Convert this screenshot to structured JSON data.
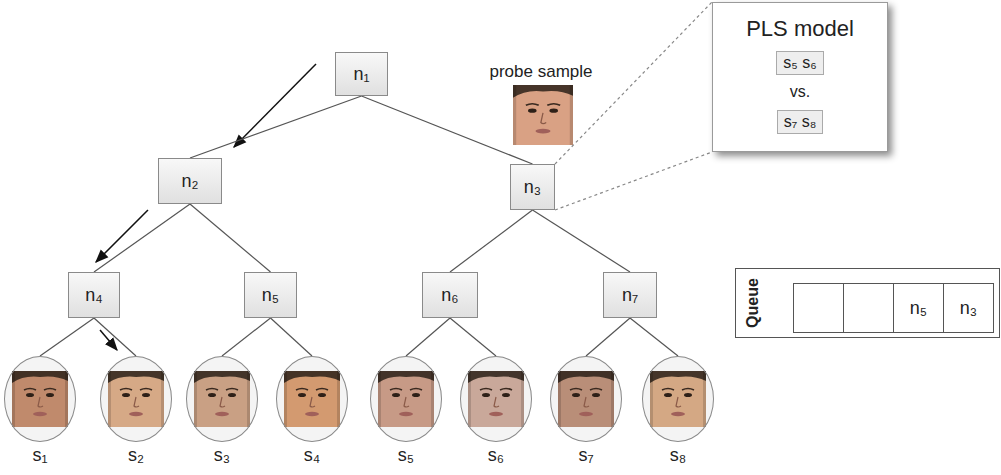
{
  "diagram": {
    "nodes": [
      {
        "text": [
          "n₁"
        ]
      },
      {
        "text": [
          "n₂"
        ]
      },
      {
        "text": [
          "n₃"
        ]
      },
      {
        "text": [
          "n₄"
        ]
      },
      {
        "text": [
          "n₅"
        ]
      },
      {
        "text": [
          "n₆"
        ]
      },
      {
        "text": [
          "n₇"
        ]
      },
      {
        "text": [
          "s₁"
        ]
      },
      {
        "text": [
          "s₂"
        ]
      },
      {
        "text": [
          "s₃"
        ]
      },
      {
        "text": [
          "s₄"
        ]
      },
      {
        "text": [
          "s₅"
        ]
      },
      {
        "text": [
          "s₆"
        ]
      },
      {
        "text": [
          "s₇"
        ]
      },
      {
        "text": [
          "s₈"
        ]
      },
      {
        "text": [
          "PLS model",
          "vs."
        ]
      },
      {
        "text": [
          "s₅ s₆"
        ],
        "in": 15
      },
      {
        "text": [
          "s₇ s₈"
        ],
        "in": 15
      },
      {
        "text": [
          "Queue"
        ]
      },
      {
        "text": [
          "n₅"
        ],
        "in": 18
      },
      {
        "text": [
          "n₃"
        ],
        "in": 18
      }
    ],
    "edges": [
      {
        "from": 0,
        "to": 1,
        "arrow": "none"
      },
      {
        "from": 0,
        "to": 2,
        "arrow": "none"
      },
      {
        "from": 1,
        "to": 3,
        "arrow": "none"
      },
      {
        "from": 1,
        "to": 4,
        "arrow": "none"
      },
      {
        "from": 2,
        "to": 5,
        "arrow": "none"
      },
      {
        "from": 2,
        "to": 6,
        "arrow": "none"
      },
      {
        "from": 3,
        "to": 7,
        "arrow": "none"
      },
      {
        "from": 3,
        "to": 8,
        "arrow": "none"
      },
      {
        "from": 4,
        "to": 9,
        "arrow": "none"
      },
      {
        "from": 4,
        "to": 10,
        "arrow": "none"
      },
      {
        "from": 5,
        "to": 11,
        "arrow": "none"
      },
      {
        "from": 5,
        "to": 12,
        "arrow": "none"
      },
      {
        "from": 6,
        "to": 13,
        "arrow": "none"
      },
      {
        "from": 6,
        "to": 14,
        "arrow": "none"
      },
      {
        "from": 2,
        "to": 15,
        "arrow": "none"
      },
      {
        "from": 2,
        "to": 15,
        "arrow": "none"
      }
    ],
    "labels": [
      "probe sample"
    ]
  }
}
